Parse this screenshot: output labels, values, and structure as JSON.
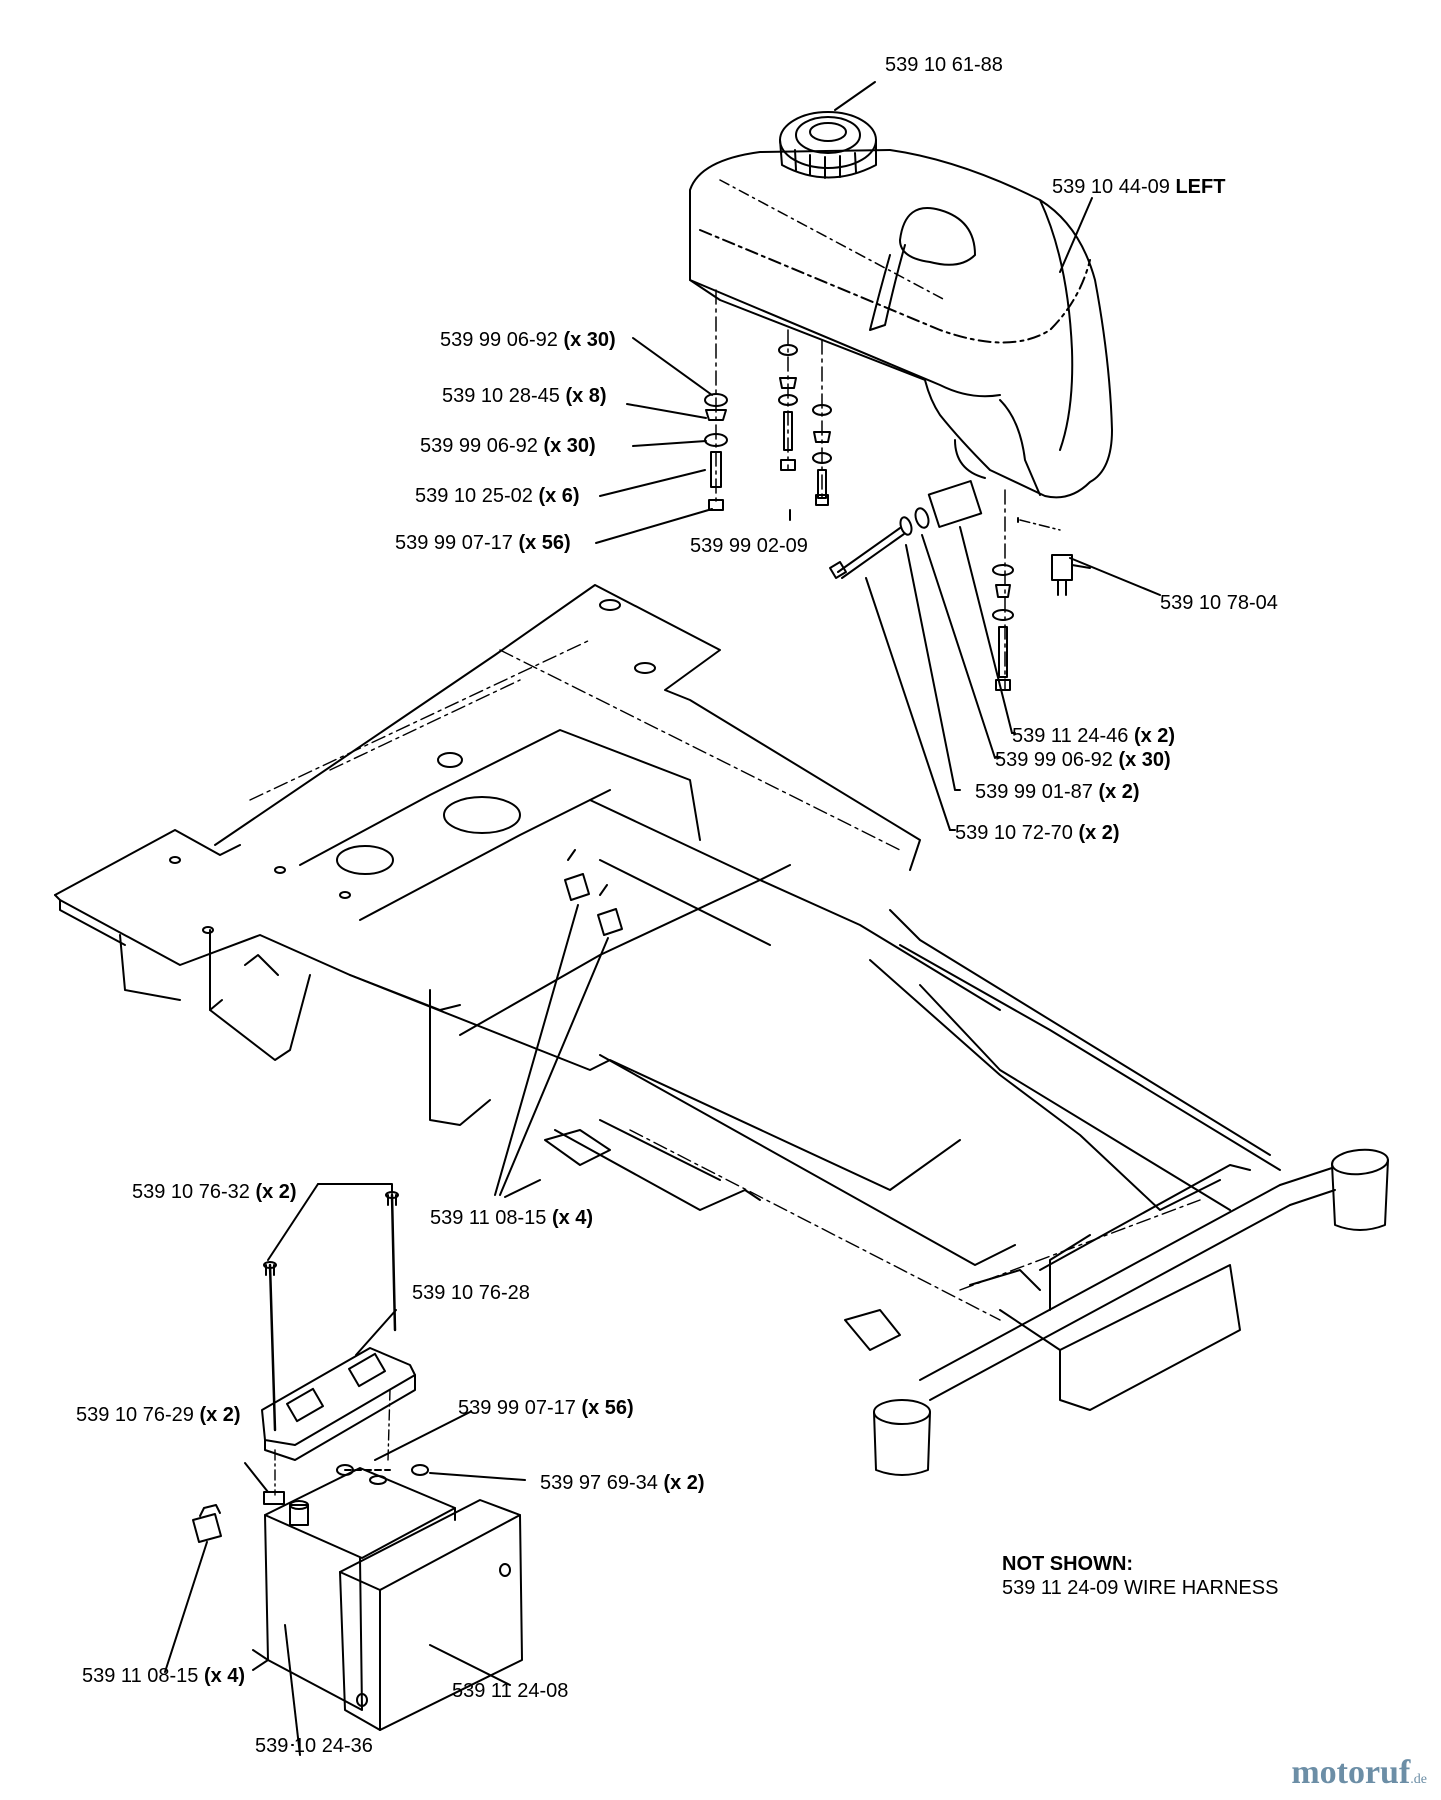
{
  "labels": [
    {
      "id": "fuel-cap",
      "part": "539 10 61-88",
      "suffix": ""
    },
    {
      "id": "fuel-tank",
      "part": "539 10 44-09",
      "suffix": "LEFT"
    },
    {
      "id": "washer-top",
      "part": "539 99 06-92",
      "suffix": "(x 30)"
    },
    {
      "id": "grommet",
      "part": "539 10 28-45",
      "suffix": "(x 8)"
    },
    {
      "id": "washer-mid",
      "part": "539 99 06-92",
      "suffix": "(x 30)"
    },
    {
      "id": "spacer",
      "part": "539 10 25-02",
      "suffix": "(x 6)"
    },
    {
      "id": "nut-left",
      "part": "539 99 07-17",
      "suffix": "(x 56)"
    },
    {
      "id": "bolt-center",
      "part": "539 99 02-09",
      "suffix": ""
    },
    {
      "id": "valve",
      "part": "539 10 78-04",
      "suffix": ""
    },
    {
      "id": "bushing",
      "part": "539 11 24-46",
      "suffix": "(x 2)"
    },
    {
      "id": "washer-right",
      "part": "539 99 06-92",
      "suffix": "(x 30)"
    },
    {
      "id": "lockwasher",
      "part": "539 99 01-87",
      "suffix": "(x 2)"
    },
    {
      "id": "bolt-long",
      "part": "539 10 72-70",
      "suffix": "(x 2)"
    },
    {
      "id": "clip-frame",
      "part": "539 11 08-15",
      "suffix": "(x 4)"
    },
    {
      "id": "rod",
      "part": "539 10 76-32",
      "suffix": "(x 2)"
    },
    {
      "id": "hold-down",
      "part": "539 10 76-28",
      "suffix": ""
    },
    {
      "id": "nut-battery",
      "part": "539 10 76-29",
      "suffix": "(x 2)"
    },
    {
      "id": "nut-right",
      "part": "539 99 07-17",
      "suffix": "(x 56)"
    },
    {
      "id": "screw",
      "part": "539 97 69-34",
      "suffix": "(x 2)"
    },
    {
      "id": "clip-battery",
      "part": "539 11 08-15",
      "suffix": "(x 4)"
    },
    {
      "id": "bracket",
      "part": "539 11 24-08",
      "suffix": ""
    },
    {
      "id": "battery",
      "part": "539 10 24-36",
      "suffix": ""
    }
  ],
  "note": {
    "heading": "NOT SHOWN:",
    "line": "539 11 24-09  WIRE HARNESS"
  },
  "watermark": {
    "brand": "motoruf",
    "tld": ".de",
    "color": "#6c8ea6",
    "accent": "#d46a2a"
  }
}
